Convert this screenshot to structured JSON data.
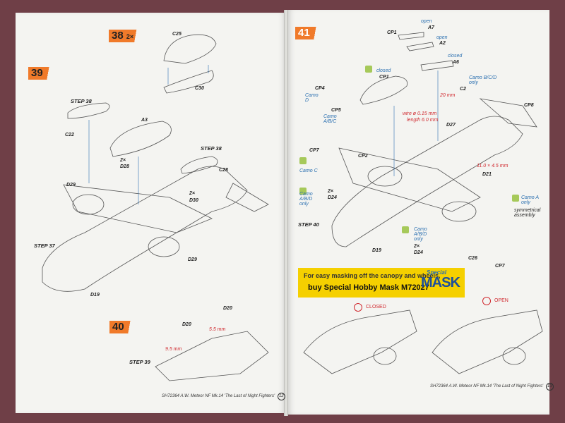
{
  "left_page": {
    "steps": [
      {
        "num": "38",
        "qty": "2×"
      },
      {
        "num": "39"
      },
      {
        "num": "40"
      }
    ],
    "labels": {
      "c25": "C25",
      "c30": "C30",
      "step38a": "STEP 38",
      "a3": "A3",
      "c22": "C22",
      "step38b": "STEP 38",
      "c28": "C28",
      "d28_qty": "2×",
      "d28": "D28",
      "d29a": "D29",
      "d30_qty": "2×",
      "d30": "D30",
      "step37": "STEP 37",
      "d29b": "D29",
      "d19": "D19",
      "d20a": "D20",
      "d20b": "D20",
      "dim55": "5.5 mm",
      "dim95": "9.5 mm",
      "step39": "STEP 39"
    },
    "footer": "SH72364  A.W. Meteor NF Mk.14 'The Last of Night Fighters'",
    "page_number": "12"
  },
  "right_page": {
    "step": {
      "num": "41"
    },
    "labels": {
      "cp1_top": "CP1",
      "a7_state": "open",
      "a7": "A7",
      "a2_state": "open",
      "a2": "A2",
      "a6_state": "closed",
      "a6": "A6",
      "cp1_state": "closed",
      "cp1": "CP1",
      "c2_note": "Camo B/C/D only",
      "c2": "C2",
      "cp4": "CP4",
      "cp4_note": "Camo D",
      "dim20": "20 mm",
      "cp8": "CP8",
      "cp5": "CP5",
      "cp5_note": "Camo A/B/C",
      "wire": "wire ø 0.15 mm",
      "wire_len": "length 6.0 mm",
      "d27": "D27",
      "cp7a": "CP7",
      "camo_c": "Camo C",
      "cp2": "CP2",
      "dim11": "11.0 × 4.5 mm",
      "d21": "D21",
      "d24_qty": "2×",
      "d24": "D24",
      "d24_note": "Camo A/B/D only",
      "camo_a_only": "Camo A only",
      "symmetrical": "symmetrical assembly",
      "step40": "STEP 40",
      "d24b_note": "Camo A/B/D only",
      "d24b_qty": "2×",
      "d24b": "D24",
      "d19": "D19",
      "c26": "C26",
      "cp7b": "CP7"
    },
    "banner_line1": "For easy masking off the canopy and wheels,",
    "banner_line2": "buy Special Hobby Mask M72027",
    "logo_special": "Special",
    "logo_mask": "MASK",
    "closed_label": "CLOSED",
    "open_label": "OPEN",
    "footer": "SH72364  A.W. Meteor NF Mk.14 'The Last of Night Fighters'",
    "page_number": "13"
  },
  "colors": {
    "step_badge": "#f07a2a",
    "annotation_blue": "#2a6fb0",
    "dimension_red": "#d0282e",
    "banner_yellow": "#f5d000"
  }
}
